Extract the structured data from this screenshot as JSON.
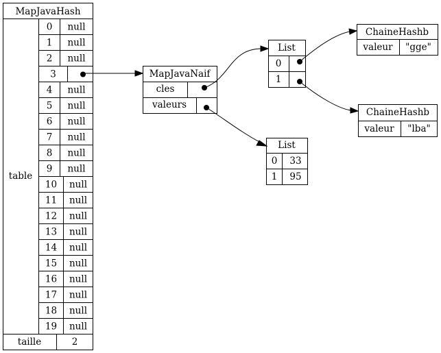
{
  "map_hash": {
    "title": "MapJavaHash",
    "table_label": "table",
    "rows": [
      {
        "index": "0",
        "value": "null"
      },
      {
        "index": "1",
        "value": "null"
      },
      {
        "index": "2",
        "value": "null"
      },
      {
        "index": "3",
        "value": ""
      },
      {
        "index": "4",
        "value": "null"
      },
      {
        "index": "5",
        "value": "null"
      },
      {
        "index": "6",
        "value": "null"
      },
      {
        "index": "7",
        "value": "null"
      },
      {
        "index": "8",
        "value": "null"
      },
      {
        "index": "9",
        "value": "null"
      },
      {
        "index": "10",
        "value": "null"
      },
      {
        "index": "11",
        "value": "null"
      },
      {
        "index": "12",
        "value": "null"
      },
      {
        "index": "13",
        "value": "null"
      },
      {
        "index": "14",
        "value": "null"
      },
      {
        "index": "15",
        "value": "null"
      },
      {
        "index": "16",
        "value": "null"
      },
      {
        "index": "17",
        "value": "null"
      },
      {
        "index": "18",
        "value": "null"
      },
      {
        "index": "19",
        "value": "null"
      }
    ],
    "size_label": "taille",
    "size_value": "2"
  },
  "map_naif": {
    "title": "MapJavaNaif",
    "keys_label": "cles",
    "values_label": "valeurs"
  },
  "keys_list": {
    "title": "List",
    "rows": [
      {
        "index": "0"
      },
      {
        "index": "1"
      }
    ]
  },
  "values_list": {
    "title": "List",
    "rows": [
      {
        "index": "0",
        "value": "33"
      },
      {
        "index": "1",
        "value": "95"
      }
    ]
  },
  "chaines": [
    {
      "title": "ChaineHashb",
      "field": "valeur",
      "value": "\"gge\""
    },
    {
      "title": "ChaineHashb",
      "field": "valeur",
      "value": "\"lba\""
    }
  ]
}
